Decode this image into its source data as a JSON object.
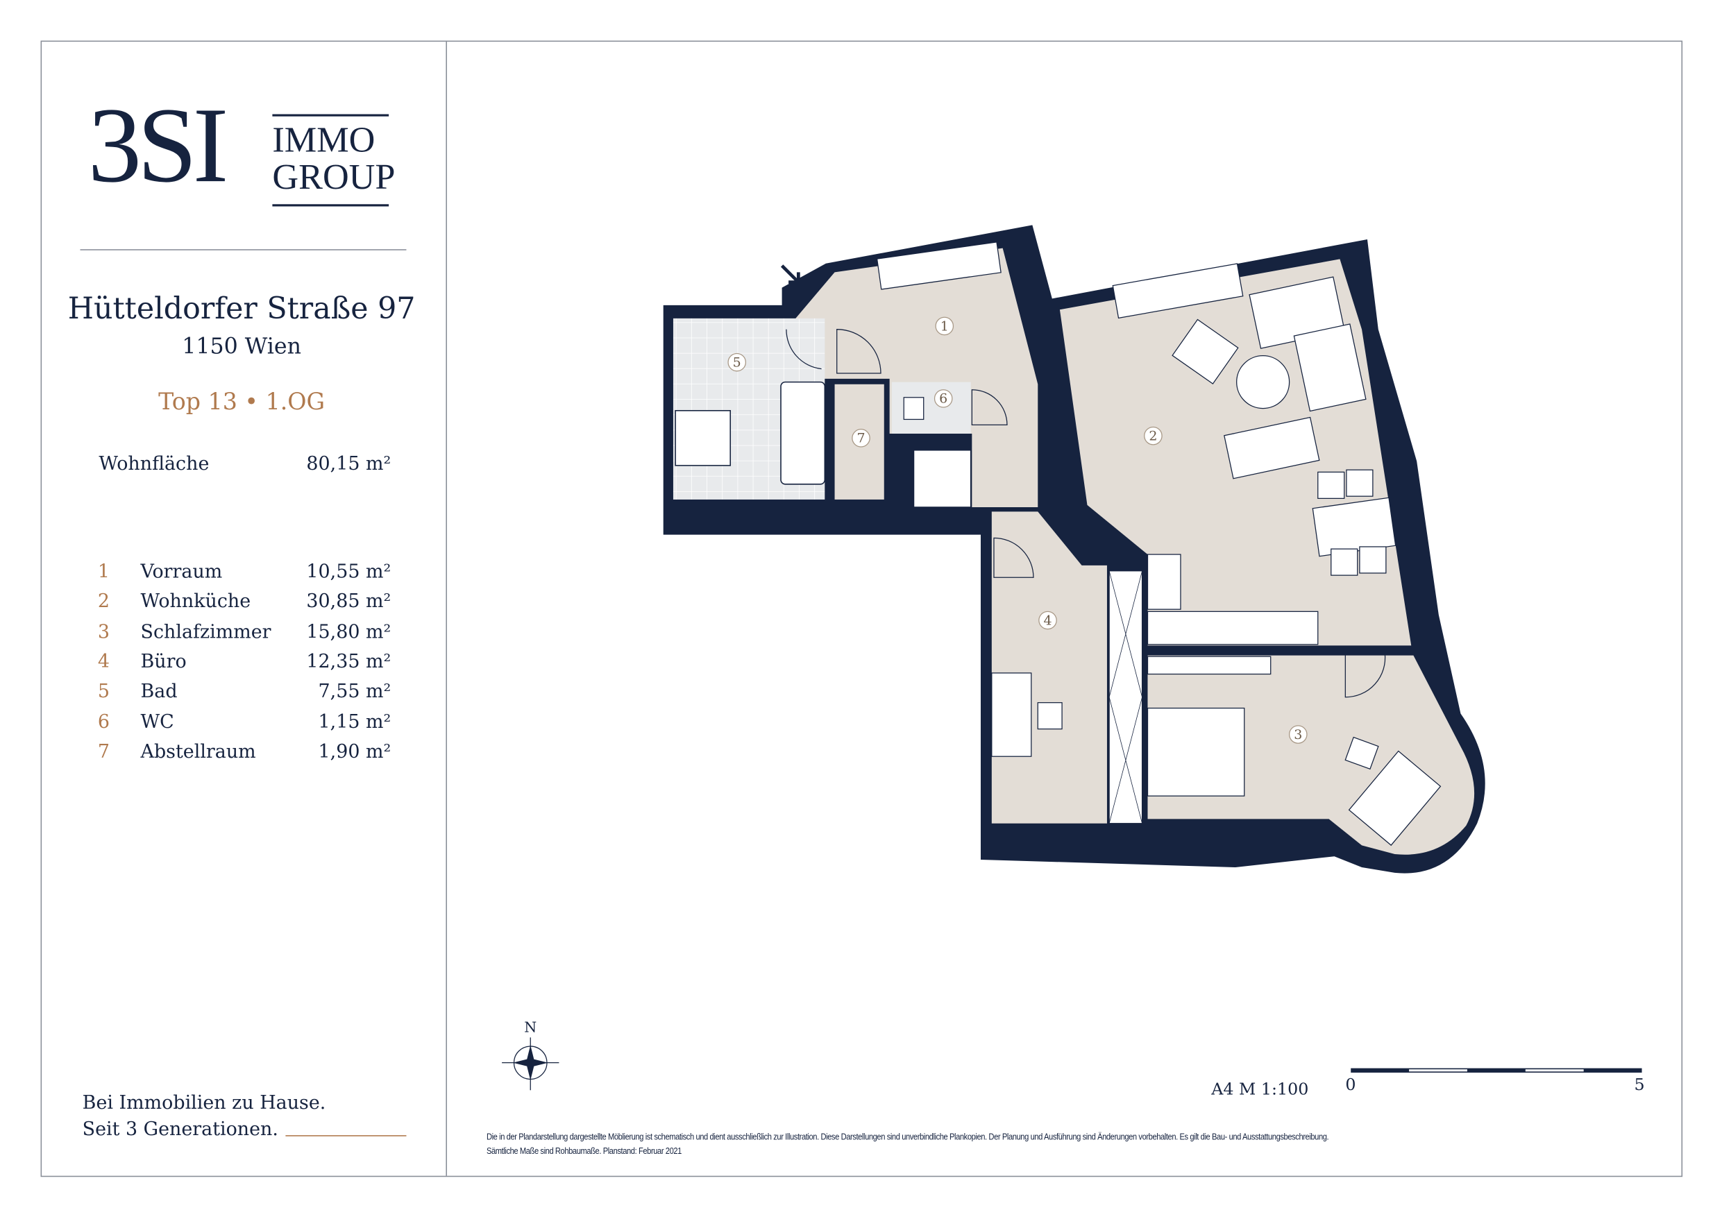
{
  "logo": {
    "mark": "3SI",
    "line1": "IMMO",
    "line2": "GROUP"
  },
  "address": {
    "street": "Hütteldorfer Straße 97",
    "city": "1150 Wien"
  },
  "unit": {
    "label": "Top 13 •  1.OG"
  },
  "living_area": {
    "label": "Wohnfläche",
    "value": "80,15 m²"
  },
  "rooms": [
    {
      "num": "1",
      "name": "Vorraum",
      "area": "10,55 m²"
    },
    {
      "num": "2",
      "name": "Wohnküche",
      "area": "30,85 m²"
    },
    {
      "num": "3",
      "name": "Schlafzimmer",
      "area": "15,80 m²"
    },
    {
      "num": "4",
      "name": "Büro",
      "area": "12,35 m²"
    },
    {
      "num": "5",
      "name": "Bad",
      "area": "7,55 m²"
    },
    {
      "num": "6",
      "name": "WC",
      "area": "1,15 m²"
    },
    {
      "num": "7",
      "name": "Abstellraum",
      "area": "1,90 m²"
    }
  ],
  "tagline": {
    "line1": "Bei Immobilien zu Hause.",
    "line2": "Seit 3 Generationen."
  },
  "compass": {
    "label": "N"
  },
  "scale": {
    "label": "A4  M 1:100",
    "start": "0",
    "end": "5"
  },
  "disclaimer": "Die in der Plandarstellung dargestellte Möblierung ist schematisch und dient ausschließlich zur Illustration. Diese Darstellungen sind unverbindliche Plankopien. Der Planung und Ausführung sind Änderungen vorbehalten. Es gilt die Bau- und Ausstattungsbeschreibung. Sämtliche Maße sind Rohbaumaße. Planstand: Februar 2021",
  "colors": {
    "navy": "#16233f",
    "beige": "#e3ddd6",
    "accent": "#b07a4e",
    "tile": "#e8eaec"
  }
}
